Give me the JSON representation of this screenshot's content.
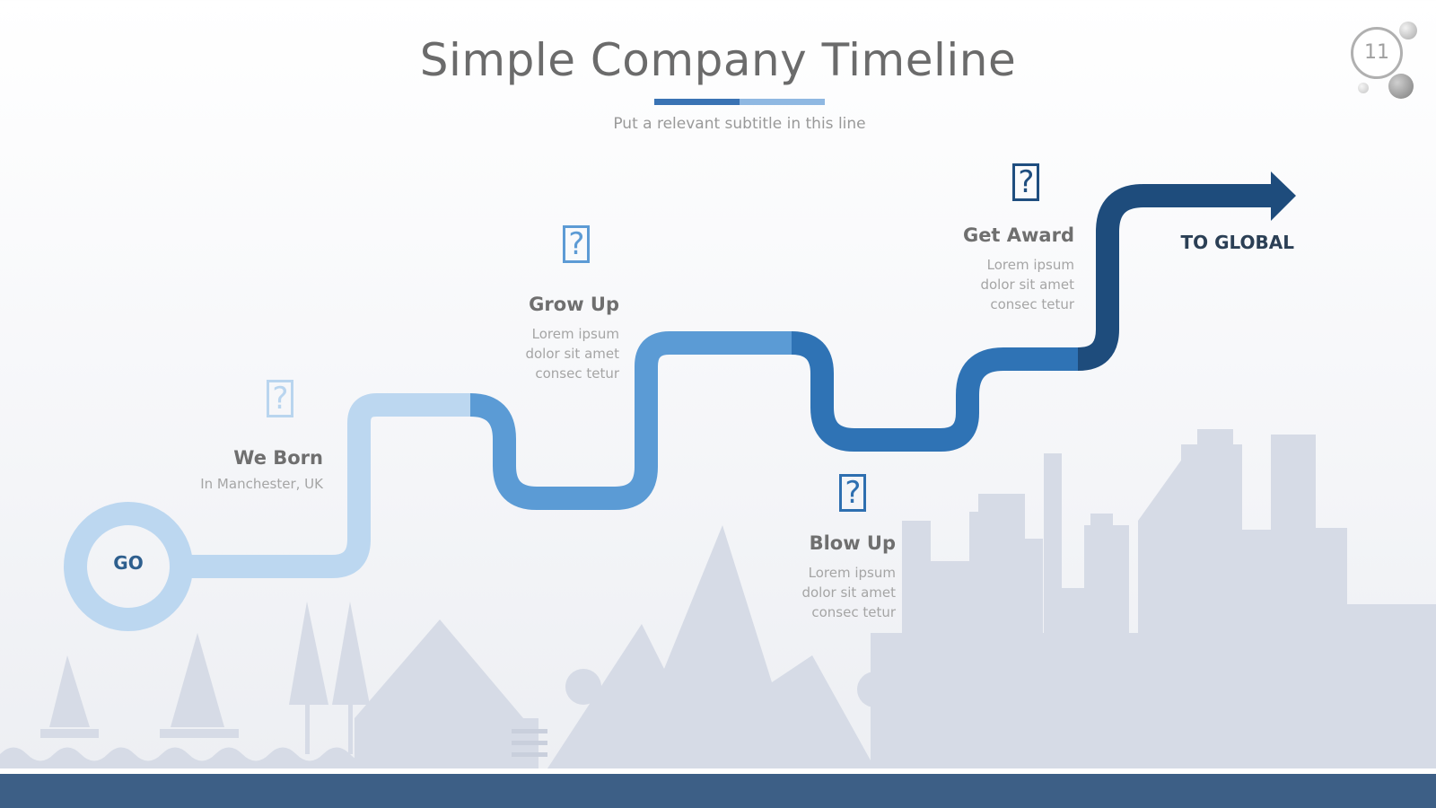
{
  "slide": {
    "title": "Simple Company Timeline",
    "subtitle": "Put a relevant subtitle in this line",
    "page_number": "11"
  },
  "timeline": {
    "start_label": "GO",
    "end_label": "TO GLOBAL",
    "milestones": [
      {
        "title": "We Born",
        "description": "In Manchester, UK",
        "icon": "document-icon",
        "color": "#b9d5ef"
      },
      {
        "title": "Grow Up",
        "description": "Lorem ipsum dolor sit amet consec tetur",
        "icon": "document-icon",
        "color": "#5d9bd5"
      },
      {
        "title": "Blow Up",
        "description": "Lorem ipsum dolor sit amet consec tetur",
        "icon": "document-icon",
        "color": "#2e6fb0"
      },
      {
        "title": "Get Award",
        "description": "Lorem ipsum dolor sit amet consec tetur",
        "icon": "document-icon",
        "color": "#1f4e7f"
      }
    ]
  },
  "icon_glyph": "?",
  "colors": {
    "path_light": "#bcd7f0",
    "path_mid": "#5b9bd5",
    "path_dark": "#2f73b5",
    "path_darkest": "#1e4c7c",
    "skyline": "#d6dbe6",
    "footer": "#3d5f86"
  }
}
